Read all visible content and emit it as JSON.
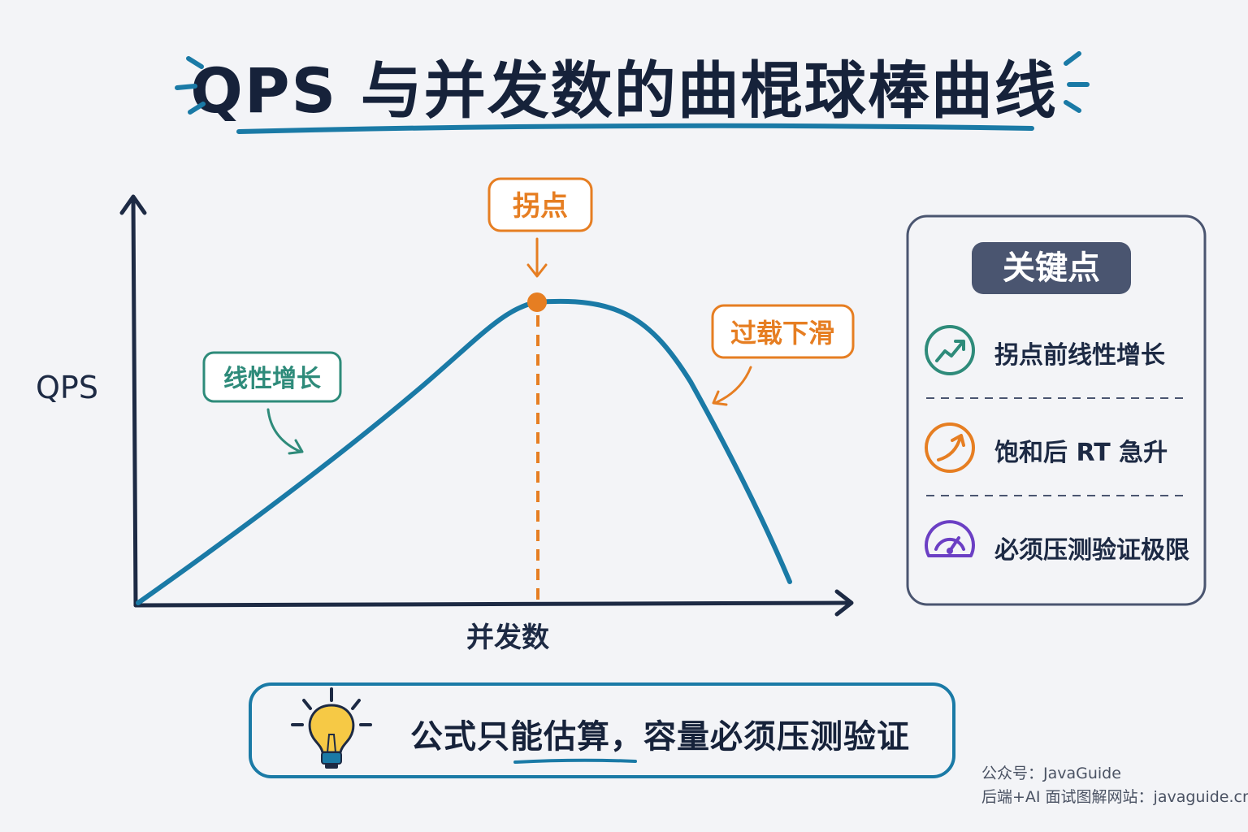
{
  "title": "QPS 与并发数的曲棍球棒曲线",
  "chart_data": {
    "type": "line",
    "xlabel": "并发数",
    "ylabel": "QPS",
    "annotations": {
      "peak": "拐点",
      "rise": "线性增长",
      "fall": "过载下滑"
    }
  },
  "legend": {
    "title": "关键点",
    "items": [
      {
        "label": "拐点前线性增长",
        "icon": "trend-up-icon",
        "color": "#2e8b7a"
      },
      {
        "label": "饱和后 RT 急升",
        "icon": "arrow-up-right-icon",
        "color": "#e67e22"
      },
      {
        "label": "必须压测验证极限",
        "icon": "speedometer-icon",
        "color": "#6b3fc4"
      }
    ]
  },
  "tip": {
    "text": "公式只能估算，容量必须压测验证",
    "icon": "lightbulb-icon"
  },
  "footer": {
    "line1": "公众号：JavaGuide",
    "line2": "后端+AI 面试图解网站：javaguide.cn"
  },
  "colors": {
    "curve": "#1a7aa6",
    "peak": "#e67e22",
    "rise": "#2e8b7a",
    "axis": "#1d2a44"
  }
}
